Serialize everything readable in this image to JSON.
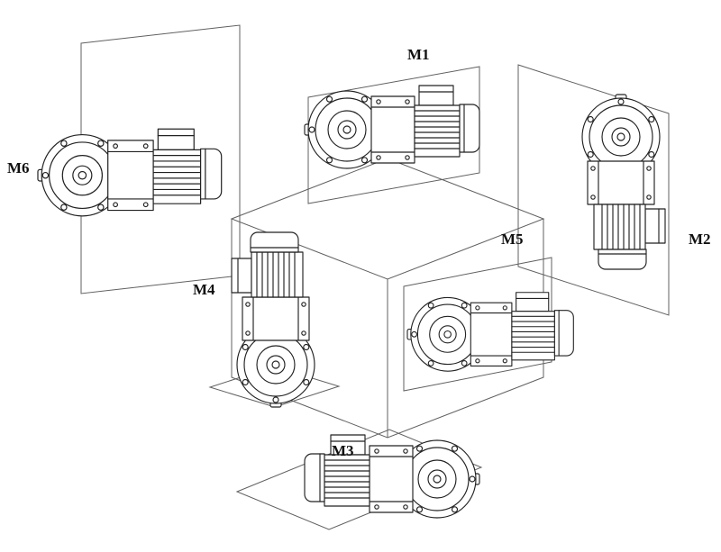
{
  "figure": {
    "labels": {
      "m1": "M1",
      "m2": "M2",
      "m3": "M3",
      "m4": "M4",
      "m5": "M5",
      "m6": "M6"
    }
  },
  "colors": {
    "motor_line": "#222222",
    "panel_line": "#606060",
    "cube_line": "#606060",
    "label": "#101010",
    "background": "#ffffff"
  }
}
